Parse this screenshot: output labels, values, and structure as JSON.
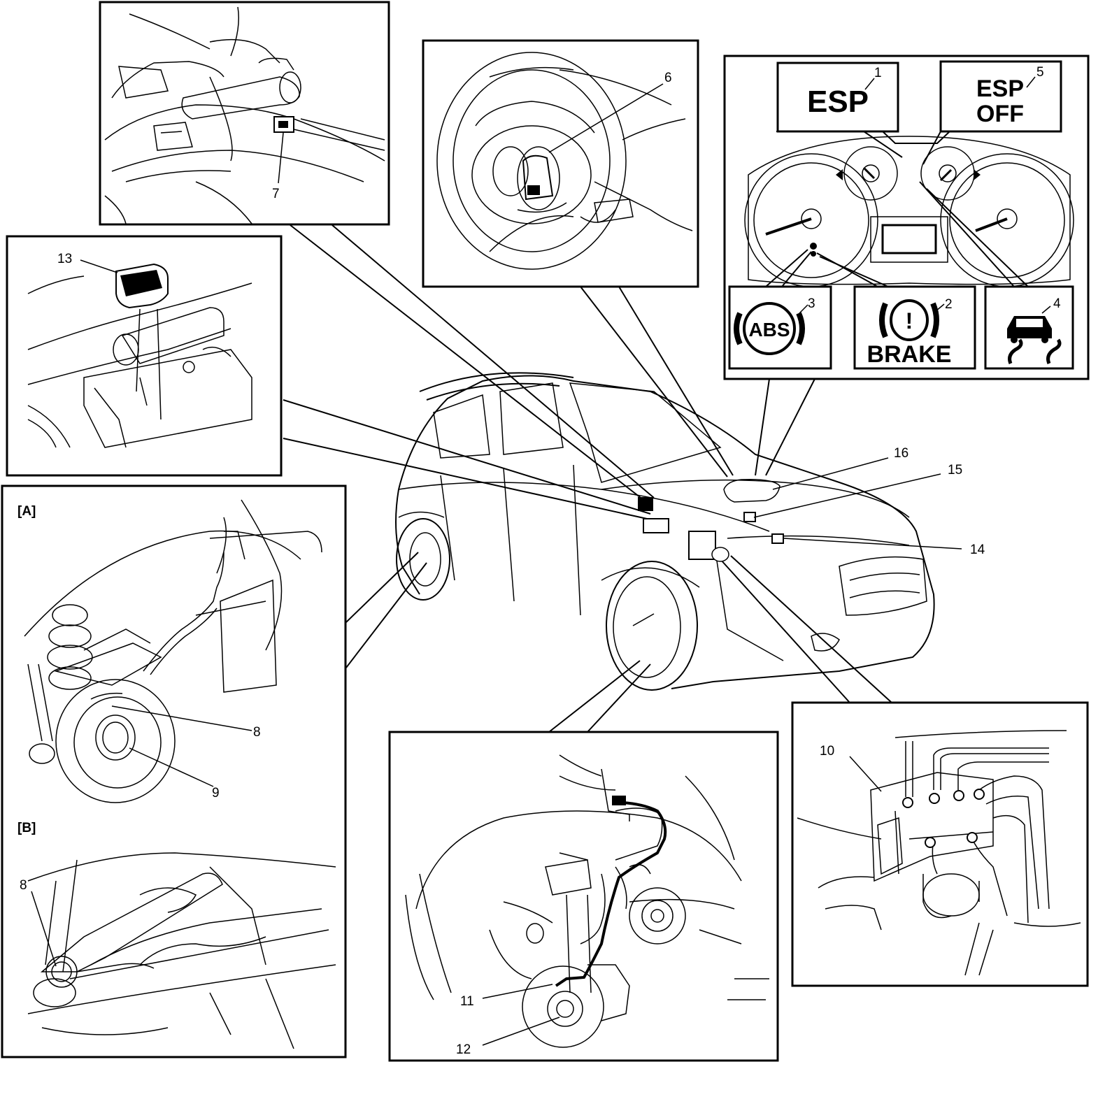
{
  "warning_panels": {
    "esp": "ESP",
    "esp_off_line1": "ESP",
    "esp_off_line2": "OFF",
    "abs": "ABS",
    "brake_mark": "!",
    "brake": "BRAKE"
  },
  "section_labels": {
    "a": "[A]",
    "b": "[B]"
  },
  "callouts": {
    "n1": "1",
    "n2": "2",
    "n3": "3",
    "n4": "4",
    "n5": "5",
    "n6": "6",
    "n7": "7",
    "n8a": "8",
    "n8b": "8",
    "n9": "9",
    "n10": "10",
    "n11": "11",
    "n12": "12",
    "n13": "13",
    "n14": "14",
    "n15": "15",
    "n16": "16"
  },
  "icons": [
    "esp-warning-icon",
    "esp-off-icon",
    "abs-warning-icon",
    "brake-warning-icon",
    "esp-slip-indicator-icon"
  ]
}
